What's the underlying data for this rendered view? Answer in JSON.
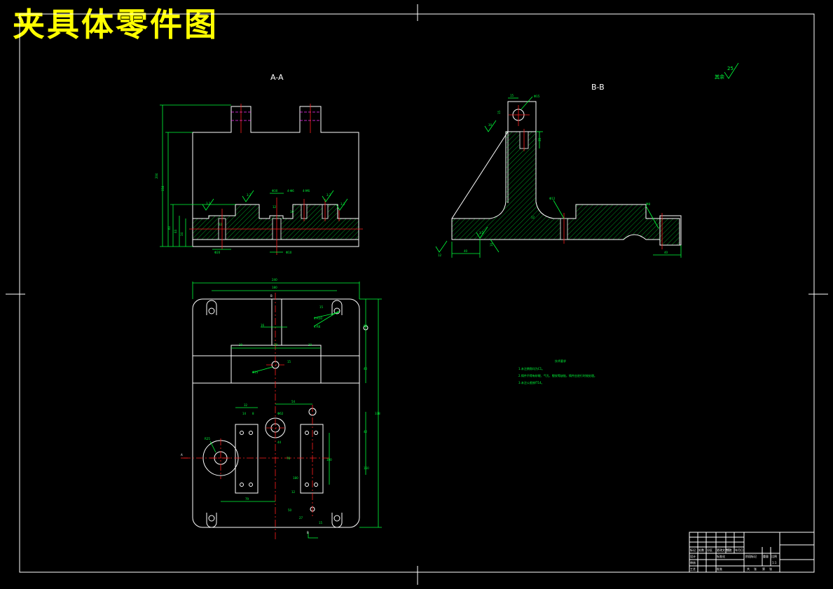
{
  "title": "夹具体零件图",
  "sections": {
    "aa": "A-A",
    "bb": "B-B"
  },
  "roughness": {
    "rest_mark": "其余",
    "rest_value": "25"
  },
  "dims_aa": {
    "h204": "204",
    "h154": "154",
    "h60": "60",
    "h44": "44",
    "h34": "34",
    "phi30": "Φ30",
    "m4_6": "4-Φ6",
    "m4_m6": "4-M6",
    "d12": "12",
    "d10": "10",
    "d32": "32",
    "r1": "3.2",
    "r2": "3.2",
    "r3": "3.2",
    "r4": "3.2",
    "phi20": "Φ20",
    "phi10": "Φ10"
  },
  "dims_bb": {
    "d15": "15",
    "phi15": "Φ15",
    "d15v": "15",
    "d30": "30",
    "d35": "35",
    "phi12": "Φ12",
    "m8": "M8",
    "d40a": "40",
    "d40b": "40",
    "d10": "10",
    "d12": "12",
    "r1": "3.2",
    "r2": "12"
  },
  "dims_plan": {
    "w240": "240",
    "w180": "180",
    "h15": "15",
    "r10": "4-R10",
    "r6": "4-R6",
    "d16": "16",
    "d30a": "30",
    "d20": "20",
    "d30b": "30",
    "d15": "15",
    "phi15": "Φ15",
    "h80": "80",
    "h40": "40",
    "h338": "338",
    "d32": "32",
    "d14": "14",
    "d8": "8",
    "d54": "54",
    "phi62": "Φ62",
    "r25": "R25",
    "d44": "44",
    "d76": "76",
    "d180": "180",
    "d100": "100",
    "d79": "79",
    "d12": "12",
    "d50": "50",
    "d27": "27",
    "d15b": "15",
    "h42": "42",
    "h160": "160",
    "cut_a": "A",
    "cut_b": "B",
    "cut_b2": "B"
  },
  "notes": {
    "heading": "技术要求",
    "line1": "1.未注倒角均为C1。",
    "line2": "2.铸件不得有砂眼、气孔、裂纹等缺陷，铸件应进行时效处理。",
    "line3": "3.未注公差按IT14。"
  },
  "title_block": {
    "c1": "标记",
    "c2": "处数",
    "c3": "分区",
    "c4": "更改文件号",
    "c5": "签名",
    "c6": "年月日",
    "c7": "设计",
    "c8": "标准化",
    "c9": "阶段标记",
    "c10": "重量",
    "c11": "比例",
    "c12": "审核",
    "c13": "工艺",
    "c14": "批准",
    "c15": "共",
    "c16": "张",
    "c17": "第",
    "c18": "张",
    "c19": "1:1"
  }
}
